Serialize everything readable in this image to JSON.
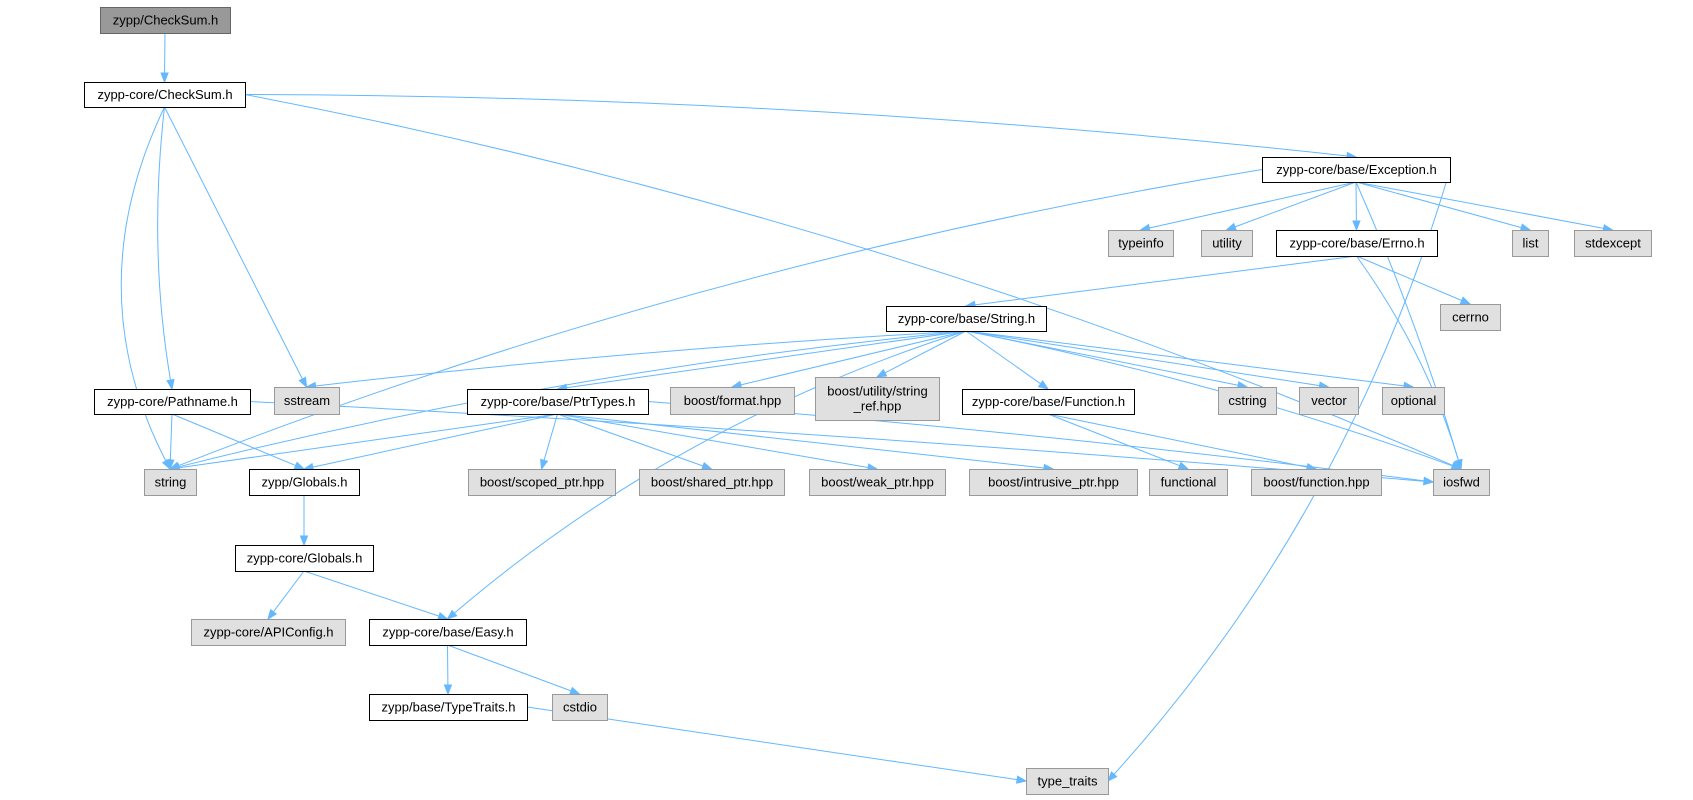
{
  "colors": {
    "edge": "#63b8ff",
    "root_fill": "#999999",
    "root_stroke": "#666666",
    "documented_fill": "#ffffff",
    "documented_stroke": "#000000",
    "external_fill": "#e0e0e0",
    "external_stroke": "#999999"
  },
  "nodes": [
    {
      "id": "n0",
      "label": "zypp/CheckSum.h",
      "kind": "root"
    },
    {
      "id": "n1",
      "label": "zypp-core/CheckSum.h",
      "kind": "documented"
    },
    {
      "id": "n2",
      "label": "zypp-core/base/Exception.h",
      "kind": "documented"
    },
    {
      "id": "n3",
      "label": "typeinfo",
      "kind": "external"
    },
    {
      "id": "n4",
      "label": "utility",
      "kind": "external"
    },
    {
      "id": "n5",
      "label": "zypp-core/base/Errno.h",
      "kind": "documented"
    },
    {
      "id": "n6",
      "label": "list",
      "kind": "external"
    },
    {
      "id": "n7",
      "label": "stdexcept",
      "kind": "external"
    },
    {
      "id": "n8",
      "label": "cerrno",
      "kind": "external"
    },
    {
      "id": "n9",
      "label": "zypp-core/base/String.h",
      "kind": "documented"
    },
    {
      "id": "n10",
      "label": "zypp-core/Pathname.h",
      "kind": "documented"
    },
    {
      "id": "n11",
      "label": "sstream",
      "kind": "external"
    },
    {
      "id": "n12",
      "label": "zypp-core/base/PtrTypes.h",
      "kind": "documented"
    },
    {
      "id": "n13",
      "label": "boost/format.hpp",
      "kind": "external"
    },
    {
      "id": "n14",
      "label": "boost/utility/string\n_ref.hpp",
      "kind": "external"
    },
    {
      "id": "n15",
      "label": "zypp-core/base/Function.h",
      "kind": "documented"
    },
    {
      "id": "n16",
      "label": "cstring",
      "kind": "external"
    },
    {
      "id": "n17",
      "label": "vector",
      "kind": "external"
    },
    {
      "id": "n18",
      "label": "optional",
      "kind": "external"
    },
    {
      "id": "n19",
      "label": "string",
      "kind": "external"
    },
    {
      "id": "n20",
      "label": "zypp/Globals.h",
      "kind": "documented"
    },
    {
      "id": "n21",
      "label": "boost/scoped_ptr.hpp",
      "kind": "external"
    },
    {
      "id": "n22",
      "label": "boost/shared_ptr.hpp",
      "kind": "external"
    },
    {
      "id": "n23",
      "label": "boost/weak_ptr.hpp",
      "kind": "external"
    },
    {
      "id": "n24",
      "label": "boost/intrusive_ptr.hpp",
      "kind": "external"
    },
    {
      "id": "n25",
      "label": "functional",
      "kind": "external"
    },
    {
      "id": "n26",
      "label": "boost/function.hpp",
      "kind": "external"
    },
    {
      "id": "n27",
      "label": "iosfwd",
      "kind": "external"
    },
    {
      "id": "n28",
      "label": "zypp-core/Globals.h",
      "kind": "documented"
    },
    {
      "id": "n29",
      "label": "zypp-core/APIConfig.h",
      "kind": "external"
    },
    {
      "id": "n30",
      "label": "zypp-core/base/Easy.h",
      "kind": "documented"
    },
    {
      "id": "n31",
      "label": "zypp/base/TypeTraits.h",
      "kind": "documented"
    },
    {
      "id": "n32",
      "label": "cstdio",
      "kind": "external"
    },
    {
      "id": "n33",
      "label": "type_traits",
      "kind": "external"
    }
  ],
  "edges": [
    {
      "from": "n0",
      "to": "n1"
    },
    {
      "from": "n1",
      "to": "n2"
    },
    {
      "from": "n1",
      "to": "n10"
    },
    {
      "from": "n1",
      "to": "n11"
    },
    {
      "from": "n1",
      "to": "n19"
    },
    {
      "from": "n1",
      "to": "n27"
    },
    {
      "from": "n2",
      "to": "n3"
    },
    {
      "from": "n2",
      "to": "n4"
    },
    {
      "from": "n2",
      "to": "n5"
    },
    {
      "from": "n2",
      "to": "n6"
    },
    {
      "from": "n2",
      "to": "n7"
    },
    {
      "from": "n2",
      "to": "n19"
    },
    {
      "from": "n2",
      "to": "n27"
    },
    {
      "from": "n2",
      "to": "n33"
    },
    {
      "from": "n5",
      "to": "n8"
    },
    {
      "from": "n5",
      "to": "n9"
    },
    {
      "from": "n5",
      "to": "n27"
    },
    {
      "from": "n9",
      "to": "n11"
    },
    {
      "from": "n9",
      "to": "n12"
    },
    {
      "from": "n9",
      "to": "n13"
    },
    {
      "from": "n9",
      "to": "n14"
    },
    {
      "from": "n9",
      "to": "n15"
    },
    {
      "from": "n9",
      "to": "n16"
    },
    {
      "from": "n9",
      "to": "n17"
    },
    {
      "from": "n9",
      "to": "n18"
    },
    {
      "from": "n9",
      "to": "n19"
    },
    {
      "from": "n9",
      "to": "n27"
    },
    {
      "from": "n9",
      "to": "n30"
    },
    {
      "from": "n10",
      "to": "n19"
    },
    {
      "from": "n10",
      "to": "n20"
    },
    {
      "from": "n10",
      "to": "n27"
    },
    {
      "from": "n12",
      "to": "n19"
    },
    {
      "from": "n12",
      "to": "n20"
    },
    {
      "from": "n12",
      "to": "n21"
    },
    {
      "from": "n12",
      "to": "n22"
    },
    {
      "from": "n12",
      "to": "n23"
    },
    {
      "from": "n12",
      "to": "n24"
    },
    {
      "from": "n12",
      "to": "n27"
    },
    {
      "from": "n15",
      "to": "n25"
    },
    {
      "from": "n15",
      "to": "n26"
    },
    {
      "from": "n20",
      "to": "n28"
    },
    {
      "from": "n28",
      "to": "n29"
    },
    {
      "from": "n28",
      "to": "n30"
    },
    {
      "from": "n30",
      "to": "n31"
    },
    {
      "from": "n30",
      "to": "n32"
    },
    {
      "from": "n31",
      "to": "n33"
    }
  ]
}
